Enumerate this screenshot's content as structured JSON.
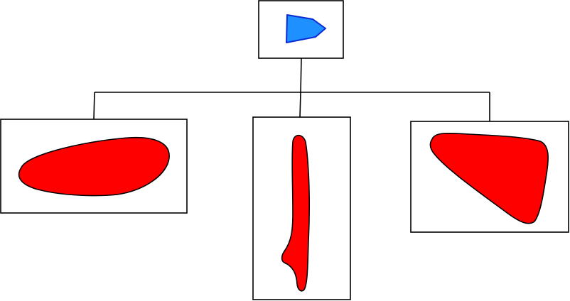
{
  "diagram": {
    "root": {
      "shape": "pentagon",
      "fill": "#1e90ff",
      "stroke": "#0a2bd6"
    },
    "children": [
      {
        "shape": "elongated-blob",
        "fill": "#ff0000",
        "stroke": "#000000"
      },
      {
        "shape": "vertical-spike",
        "fill": "#ff0000",
        "stroke": "#000000"
      },
      {
        "shape": "rounded-triangle",
        "fill": "#ff0000",
        "stroke": "#000000"
      }
    ],
    "connector_color": "#000000",
    "box_border_color": "#000000",
    "box_background": "#ffffff"
  }
}
